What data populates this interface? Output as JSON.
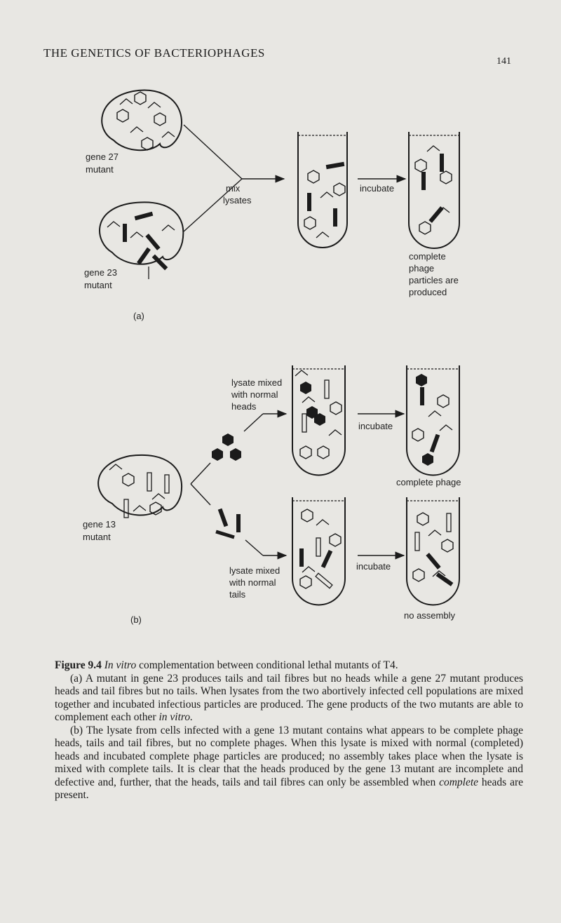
{
  "page": {
    "running_head": "THE GENETICS OF BACTERIOPHAGES",
    "page_number": "141"
  },
  "figure": {
    "labels": {
      "gene27": [
        "gene 27",
        "mutant"
      ],
      "gene23": [
        "gene 23",
        "mutant"
      ],
      "gene13": [
        "gene 13",
        "mutant"
      ],
      "mix": [
        "mix",
        "lysates"
      ],
      "incubate": "incubate",
      "complete_particles": [
        "complete",
        "phage",
        "particles are",
        "produced"
      ],
      "panel_a": "(a)",
      "panel_b": "(b)",
      "lysate_heads": [
        "lysate mixed",
        "with normal",
        "heads"
      ],
      "lysate_tails": [
        "lysate mixed",
        "with normal",
        "tails"
      ],
      "complete_phage": "complete phage",
      "no_assembly": "no assembly"
    }
  },
  "caption": {
    "label": "Figure 9.4",
    "title_italic": "In vitro",
    "title_rest": "complementation between conditional lethal mutants of T4.",
    "para_a_1": "(a) A mutant in gene 23 produces tails and tail fibres but no heads while a gene 27 mutant produces heads and tail fibres but no tails. When lysates from the two abortively infected cell populations are mixed together and incubated infectious particles are produced. The gene products of the two mutants are able to complement each other",
    "para_a_italic": "in vitro.",
    "para_b_1": "(b) The lysate from cells infected with a gene 13 mutant contains what appears to be complete phage heads, tails and tail fibres, but no complete phages. When this lysate is mixed with normal (completed) heads and incubated complete phage particles are produced; no assembly takes place when the lysate is mixed with complete tails. It is clear that the heads produced by the gene 13 mutant are incomplete and defective and, further, that the heads, tails and tail fibres can only be assembled when",
    "para_b_italic": "complete",
    "para_b_2": "heads are present."
  }
}
